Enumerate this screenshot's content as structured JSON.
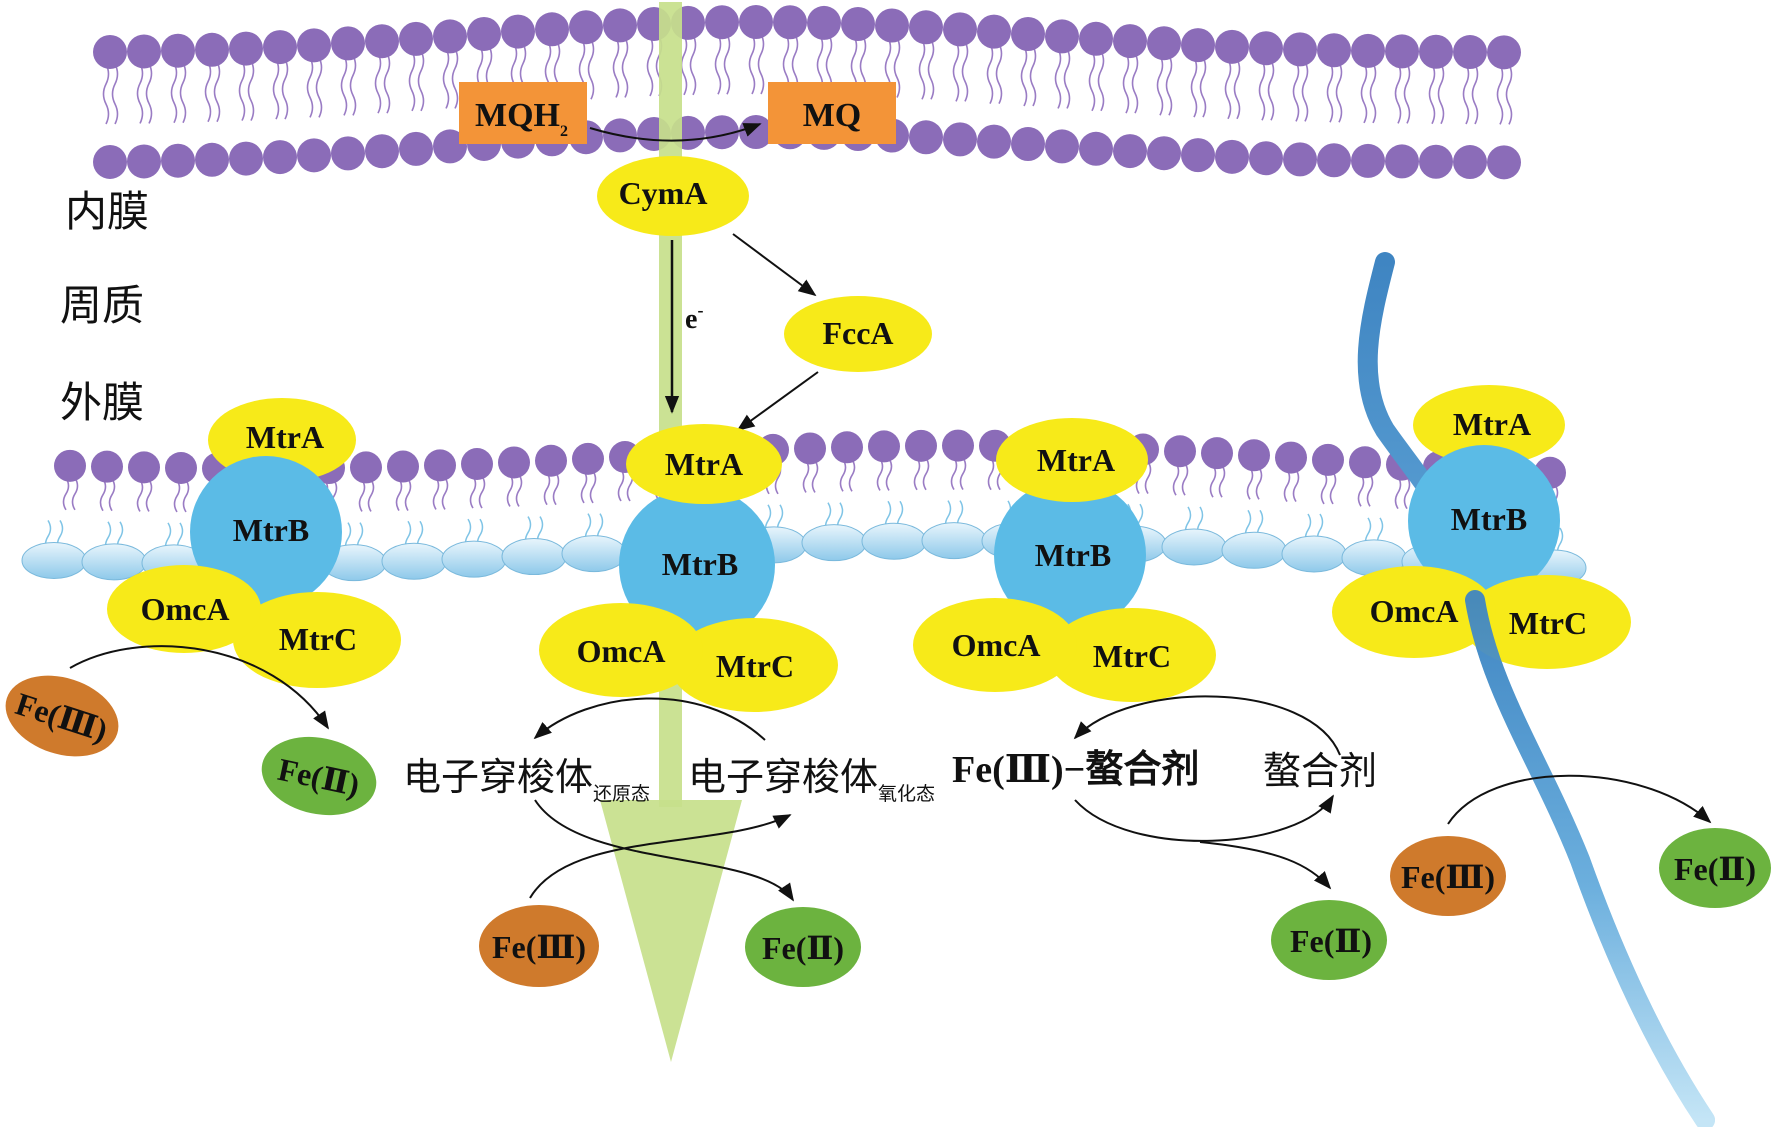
{
  "colors": {
    "lipid_head": "#8b6cb8",
    "lipid_tail": "#9a7cc4",
    "lps_blue": "#a9d3ef",
    "protein_yellow": "#f7ea19",
    "protein_blue": "#5bbbe6",
    "quinone_orange": "#f39438",
    "fe3_brown": "#cf7a2c",
    "fe2_green": "#6cb33f",
    "arrow_green": "#c7df8b",
    "nanowire_dark": "#3f85c2",
    "nanowire_light": "#b8dff3"
  },
  "membrane_labels": {
    "inner": "内膜",
    "periplasm": "周质",
    "outer": "外膜"
  },
  "quinone": {
    "reduced": "MQH",
    "reduced_sub": "2",
    "oxidized": "MQ"
  },
  "proteins": {
    "cyma": "CymA",
    "fcca": "FccA",
    "electron": "e",
    "electron_sup": "-",
    "mtra": "MtrA",
    "mtrb": "MtrB",
    "mtrc": "MtrC",
    "omca": "OmcA"
  },
  "iron": {
    "fe3": "Fe(Ⅲ)",
    "fe2": "Fe(Ⅱ)"
  },
  "shuttle": {
    "base": "电子穿梭体",
    "reduced_sub": "还原态",
    "oxidized_sub": "氧化态"
  },
  "chelate": {
    "complex": "Fe(Ⅲ)−螯合剂",
    "chelator": "螯合剂"
  }
}
